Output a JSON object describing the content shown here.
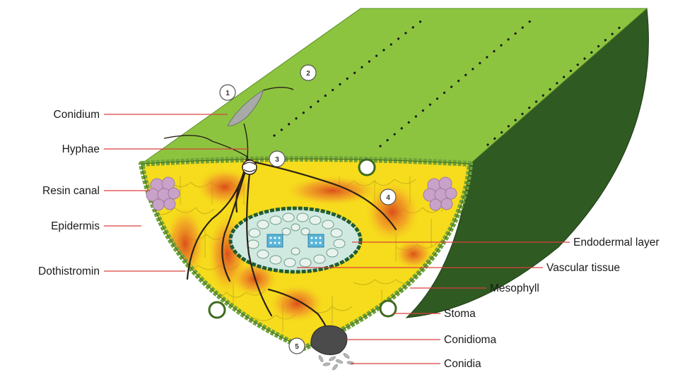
{
  "diagram": {
    "labels_left": [
      "Conidium",
      "Hyphae",
      "Resin canal",
      "Epidermis",
      "Dothistromin"
    ],
    "labels_right": [
      "Endodermal layer",
      "Vascular tissue",
      "Mesophyll",
      "Stoma",
      "Conidioma",
      "Conidia"
    ],
    "step_numbers": [
      "1",
      "2",
      "3",
      "4",
      "5"
    ]
  },
  "colors": {
    "leaf_top": "#8cc43f",
    "leaf_side": "#2f5a22",
    "mesophyll": "#f6dc1c",
    "epidermis": "#6fa23a",
    "toxin": "#e0641e",
    "vascular_fill": "#cfe9e1",
    "endodermis": "#1f5c34",
    "label_line": "#d9403e"
  }
}
